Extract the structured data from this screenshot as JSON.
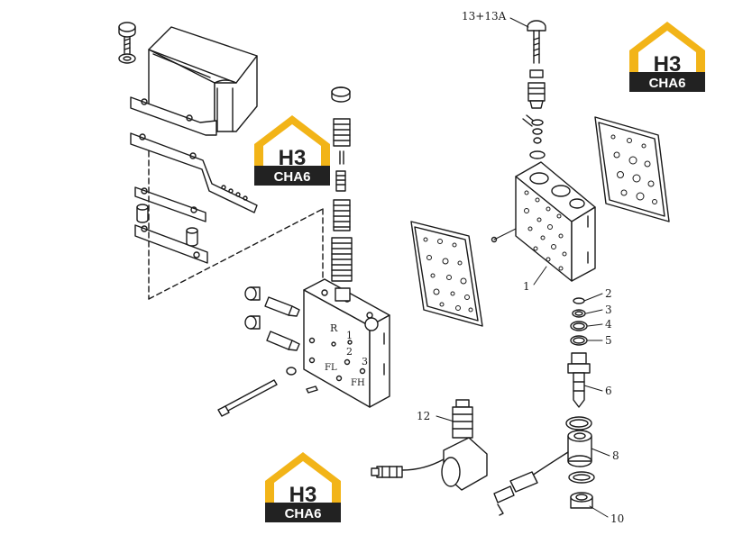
{
  "callouts": {
    "c13": "13+13A",
    "c1": "1",
    "c2": "2",
    "c3": "3",
    "c4": "4",
    "c5": "5",
    "c6": "6",
    "c8": "8",
    "c10": "10",
    "c12": "12"
  },
  "valve_marks": {
    "r": "R",
    "one": "1",
    "two": "2",
    "three": "3",
    "fl": "FL",
    "fh": "FH"
  },
  "watermark": {
    "logo_top": "H3",
    "logo_bottom": "CHA6",
    "colors": {
      "house": "#f2b418",
      "dark": "#222222",
      "light": "#ffffff"
    }
  }
}
